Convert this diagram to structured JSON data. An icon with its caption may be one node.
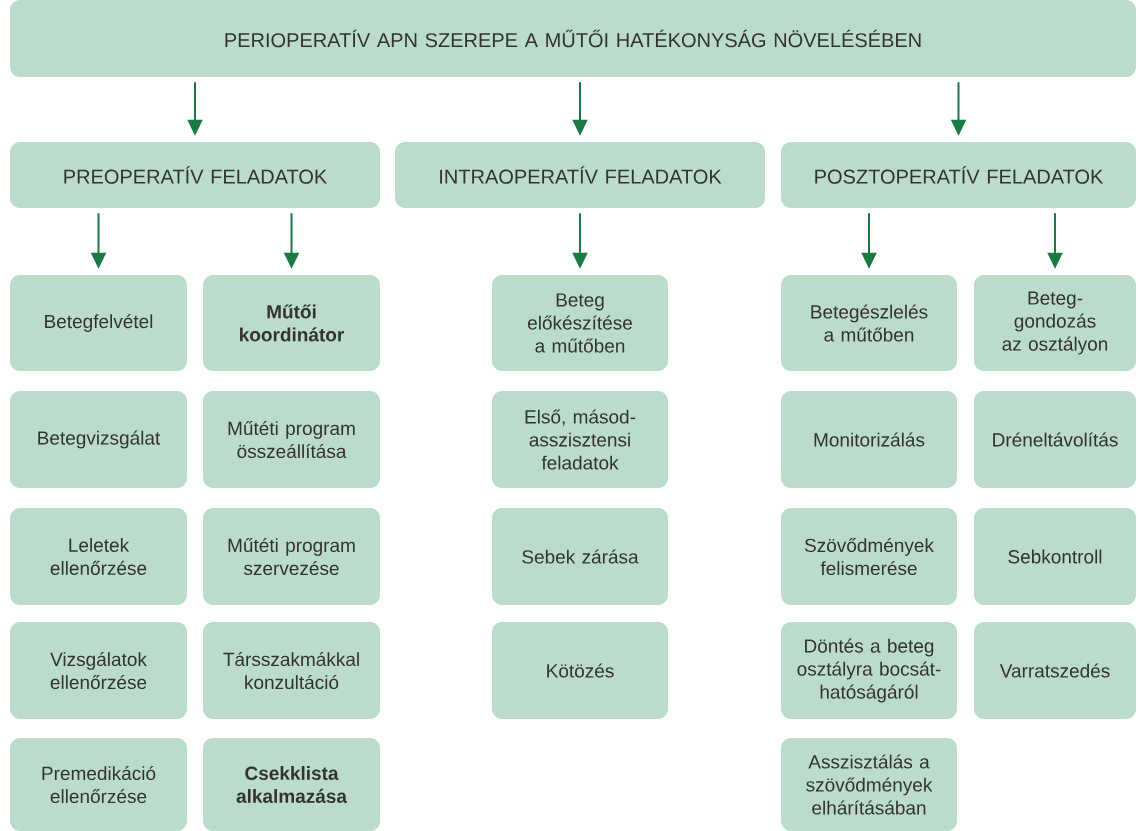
{
  "diagram": {
    "nodes": [
      {
        "text": [
          "PERIOPERATÍV APN SZEREPE A MŰTŐI HATÉKONYSÁG NÖVELÉSÉBEN"
        ]
      },
      {
        "text": [
          "PREOPERATÍV FELADATOK"
        ]
      },
      {
        "text": [
          "INTRAOPERATÍV FELADATOK"
        ]
      },
      {
        "text": [
          "POSZTOPERATÍV FELADATOK"
        ]
      },
      {
        "text": [
          "Betegfelvétel"
        ]
      },
      {
        "text": [
          "Műtői koordinátor"
        ]
      },
      {
        "text": [
          "Beteg előkészítése a műtőben"
        ]
      },
      {
        "text": [
          "Betegészlelés a műtőben"
        ]
      },
      {
        "text": [
          "Beteg-gondozás az osztályon"
        ]
      },
      {
        "text": [
          "Betegvizsgálat"
        ]
      },
      {
        "text": [
          "Műtéti program összeállítása"
        ]
      },
      {
        "text": [
          "Első, másod-asszisztensi feladatok"
        ]
      },
      {
        "text": [
          "Monitorizálás"
        ]
      },
      {
        "text": [
          "Dréneltávolítás"
        ]
      },
      {
        "text": [
          "Leletek ellenőrzése"
        ]
      },
      {
        "text": [
          "Műtéti program szervezése"
        ]
      },
      {
        "text": [
          "Sebek zárása"
        ]
      },
      {
        "text": [
          "Szövődmények felismerése"
        ]
      },
      {
        "text": [
          "Sebkontroll"
        ]
      },
      {
        "text": [
          "Vizsgálatok ellenőrzése"
        ]
      },
      {
        "text": [
          "Társszakmákkal konzultáció"
        ]
      },
      {
        "text": [
          "Kötözés"
        ]
      },
      {
        "text": [
          "Döntés a beteg osztályra bocsát-hatóságáról"
        ]
      },
      {
        "text": [
          "Varratszedés"
        ]
      },
      {
        "text": [
          "Premedikáció ellenőrzése"
        ]
      },
      {
        "text": [
          "Csekklista alkalmazása"
        ]
      },
      {
        "text": [
          "Asszisztálás a szövődmények elhárításában"
        ]
      }
    ],
    "edges": [
      {
        "from": 0,
        "to": 1,
        "arrow": "to"
      },
      {
        "from": 0,
        "to": 2,
        "arrow": "to"
      },
      {
        "from": 0,
        "to": 3,
        "arrow": "to"
      },
      {
        "from": 1,
        "to": 4,
        "arrow": "to"
      },
      {
        "from": 1,
        "to": 5,
        "arrow": "to"
      },
      {
        "from": 2,
        "to": 6,
        "arrow": "to"
      },
      {
        "from": 3,
        "to": 7,
        "arrow": "to"
      },
      {
        "from": 3,
        "to": 8,
        "arrow": "to"
      }
    ]
  }
}
